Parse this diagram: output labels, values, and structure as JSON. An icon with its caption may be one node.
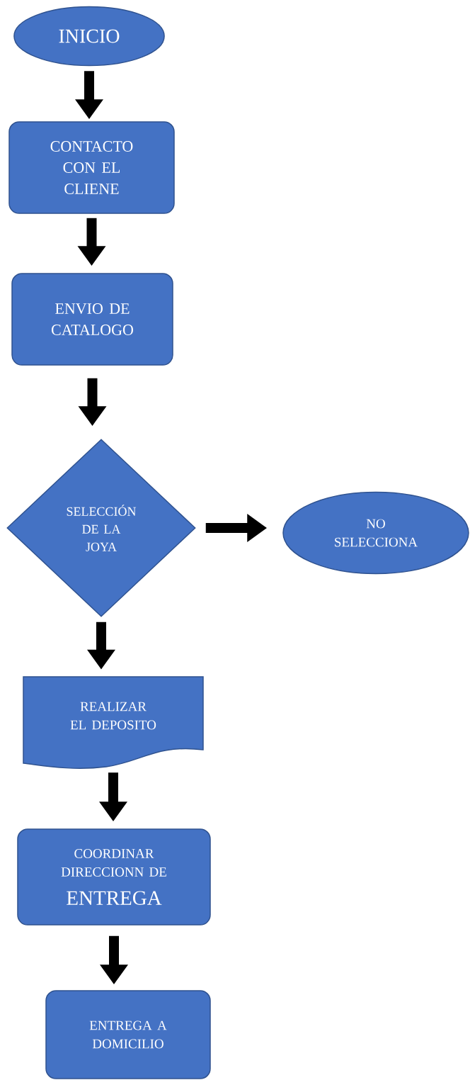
{
  "diagram": {
    "nodes": [
      {
        "text": [
          "INICIO"
        ]
      },
      {
        "text": [
          "CONTACTO CON EL CLIENE"
        ]
      },
      {
        "text": [
          "ENVIO DE CATALOGO"
        ]
      },
      {
        "text": [
          "SELECCIÓN DE LA JOYA"
        ]
      },
      {
        "text": [
          "NO SELECCIONA"
        ]
      },
      {
        "text": [
          "REALIZAR EL DEPOSITO"
        ]
      },
      {
        "text": [
          "COORDINAR DIRECCIONN DE",
          "ENTREGA"
        ]
      },
      {
        "text": [
          "ENTREGA A DOMICILIO"
        ]
      }
    ],
    "edges": [
      {
        "from": 0,
        "to": 1,
        "arrow": "to"
      },
      {
        "from": 1,
        "to": 2,
        "arrow": "to"
      },
      {
        "from": 2,
        "to": 3,
        "arrow": "to"
      },
      {
        "from": 3,
        "to": 4,
        "arrow": "to"
      },
      {
        "from": 3,
        "to": 5,
        "arrow": "to"
      },
      {
        "from": 5,
        "to": 6,
        "arrow": "to"
      },
      {
        "from": 6,
        "to": 7,
        "arrow": "to"
      }
    ]
  }
}
